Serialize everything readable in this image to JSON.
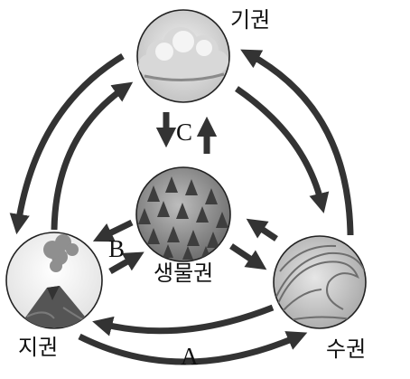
{
  "spheres": {
    "atmosphere": "기권",
    "biosphere": "생물권",
    "lithosphere": "지권",
    "hydrosphere": "수권"
  },
  "interactions": {
    "a": "A",
    "b": "B",
    "c": "C"
  },
  "colors": {
    "arrow": "#333333",
    "outline": "#222222"
  },
  "icons": {
    "atmosphere": "cloud-icon",
    "biosphere": "forest-icon",
    "lithosphere": "volcano-icon",
    "hydrosphere": "wave-icon"
  }
}
